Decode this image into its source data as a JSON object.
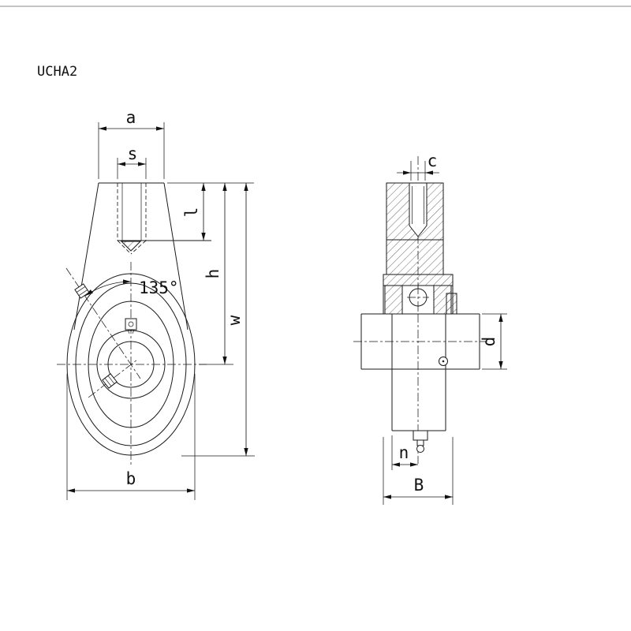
{
  "drawing": {
    "part_number": "UCHA2",
    "front_view": {
      "angle_label": "135°",
      "dim_a": "a",
      "dim_s": "s",
      "dim_l": "l",
      "dim_h": "h",
      "dim_w": "w",
      "dim_b": "b"
    },
    "side_view": {
      "dim_c": "c",
      "dim_d": "d",
      "dim_n": "n",
      "dim_B": "B"
    },
    "colors": {
      "line": "#1a1a1a",
      "background": "#ffffff",
      "top_rule": "#b0b0b0"
    }
  }
}
